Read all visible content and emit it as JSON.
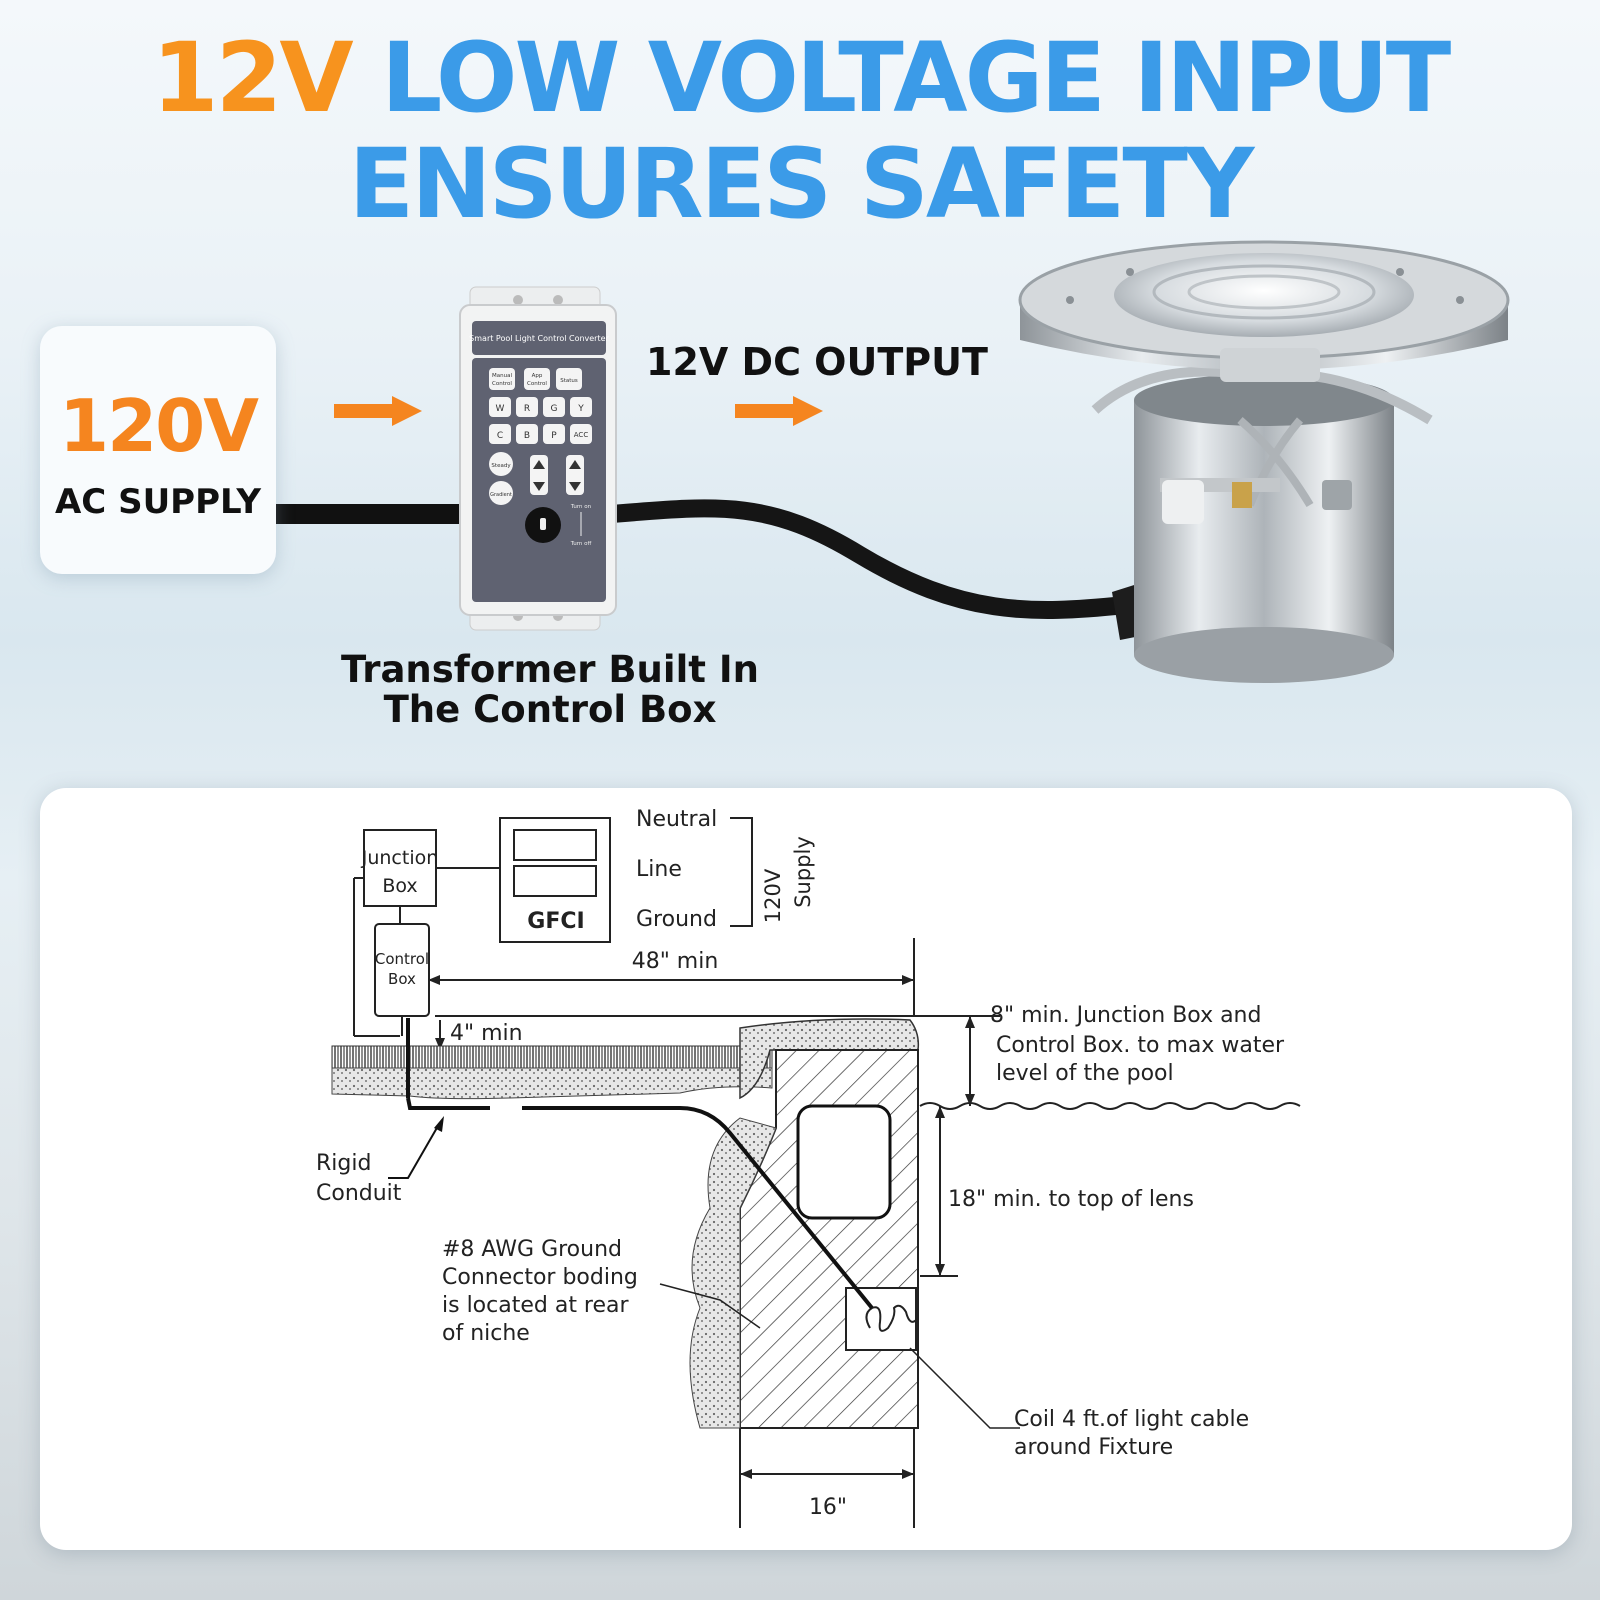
{
  "headline": {
    "line1_highlight": "12V",
    "line1_rest": " LOW VOLTAGE INPUT",
    "line2": "ENSURES SAFETY"
  },
  "colors": {
    "orange": "#f7931e",
    "blue": "#3b9be8"
  },
  "supply": {
    "value": "120V",
    "label": "AC SUPPLY"
  },
  "output_label": "12V DC OUTPUT",
  "transformer_label": {
    "line1": "Transformer Built In",
    "line2": "The Control Box"
  },
  "control_box": {
    "title": "Smart Pool Light Control Converter",
    "keys": {
      "manual": [
        "Manual",
        "Control"
      ],
      "app": [
        "App",
        "Control"
      ],
      "status": "Status",
      "w": "W",
      "r": "R",
      "g": "G",
      "y": "Y",
      "c": "C",
      "b": "B",
      "p": "P",
      "acc": "ACC",
      "steady": "Steady",
      "gradient": "Gradient"
    },
    "turn_on": "Turn on",
    "turn_off": "Turn off"
  },
  "diagram": {
    "junction_box": [
      "Junction",
      "Box"
    ],
    "gfci": "GFCI",
    "neutral": "Neutral",
    "line": "Line",
    "ground": "Ground",
    "supply_vertical": [
      "120V",
      "Supply"
    ],
    "control_box": [
      "Control",
      "Box"
    ],
    "dist_48": "48\" min",
    "dist_4": "4\" min",
    "note_8": [
      "8\" min. Junction Box and",
      "Control Box. to max water",
      "level of the pool"
    ],
    "rigid_conduit": [
      "Rigid",
      "Conduit"
    ],
    "lens_18": "18\" min. to top of lens",
    "ground_connector": [
      "#8 AWG Ground",
      "Connector boding",
      "is located at rear",
      "of niche"
    ],
    "coil": [
      "Coil 4 ft.of light cable",
      "around Fixture"
    ],
    "dist_16": "16\""
  }
}
